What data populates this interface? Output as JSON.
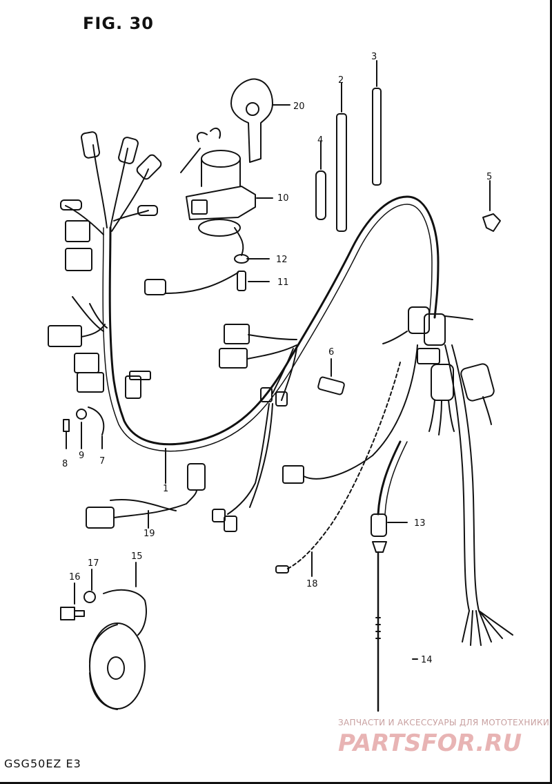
{
  "figure": {
    "title": "FIG. 30",
    "model_code": "GSG50EZ  E3"
  },
  "watermark": {
    "tagline": "ЗАПЧАСТИ И АКСЕССУАРЫ ДЛЯ МОТОТЕХНИКИ",
    "logo_text": "PARTSFOR.RU"
  },
  "callouts": [
    "1",
    "2",
    "3",
    "4",
    "5",
    "6",
    "7",
    "8",
    "9",
    "10",
    "11",
    "12",
    "13",
    "14",
    "15",
    "16",
    "17",
    "18",
    "19",
    "20"
  ],
  "colors": {
    "ink": "#111111",
    "watermark": "#e8b4b4"
  }
}
